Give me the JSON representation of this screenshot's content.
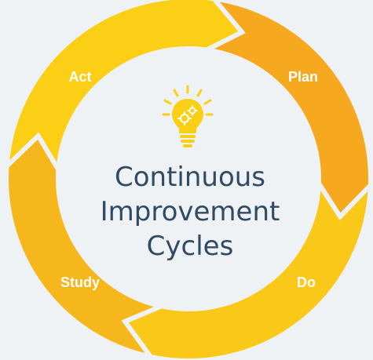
{
  "diagram": {
    "title_lines": [
      "Continuous",
      "Improvement",
      "Cycles"
    ],
    "segments": [
      {
        "label": "Plan",
        "color": "#f6a91e"
      },
      {
        "label": "Do",
        "color": "#f9c818"
      },
      {
        "label": "Study",
        "color": "#f6b71c"
      },
      {
        "label": "Act",
        "color": "#fbcf16"
      }
    ],
    "center_icon": "lightbulb-gear-icon",
    "background_color": "#eef2f5",
    "text_color": "#2f4a62"
  }
}
